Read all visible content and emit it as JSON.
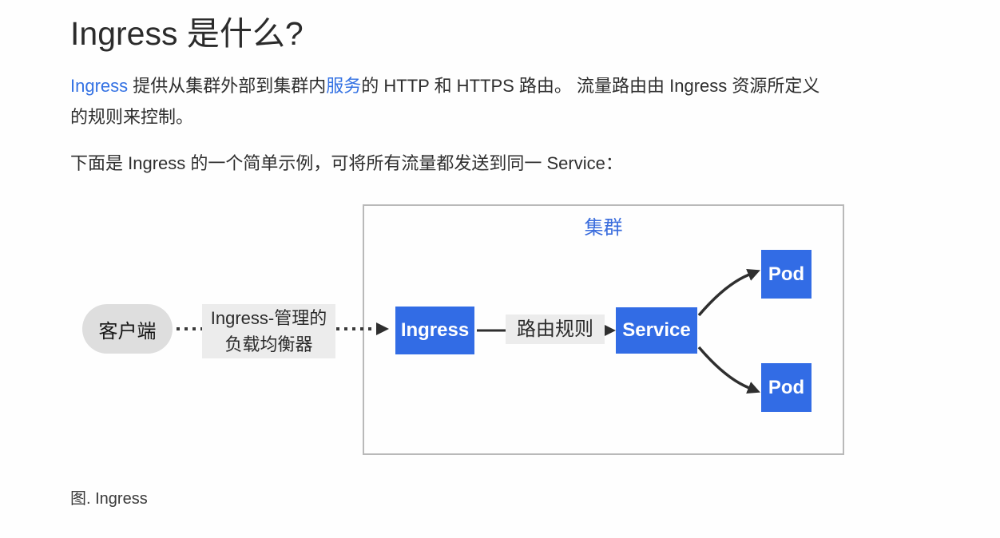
{
  "page": {
    "title": "Ingress 是什么?",
    "caption": "图. Ingress"
  },
  "intro": {
    "p1": {
      "link1": "Ingress",
      "t1": " 提供从集群外部到集群内",
      "link2": "服务",
      "t2": "的 HTTP 和 HTTPS 路由。 流量路由由 Ingress 资源所定义的规则来控制。"
    },
    "p2": "下面是 Ingress 的一个简单示例，可将所有流量都发送到同一 Service："
  },
  "diagram": {
    "cluster_label": "集群",
    "client_label": "客户端",
    "lb_label_line1": "Ingress-管理的",
    "lb_label_line2": "负载均衡器",
    "ingress_label": "Ingress",
    "route_label": "路由规则",
    "service_label": "Service",
    "pod1_label": "Pod",
    "pod2_label": "Pod"
  },
  "colors": {
    "node_blue": "#326ce5",
    "link_blue": "#3371e3",
    "cluster_label_blue": "#3b6ddd",
    "cluster_border_gray": "#b9b9b9",
    "label_bg_gray": "#ececec",
    "client_bg_gray": "#dedede",
    "arrow_dark": "#2f2f2f",
    "text_dark": "#2e2e2e",
    "page_bg": "#fefefe"
  }
}
